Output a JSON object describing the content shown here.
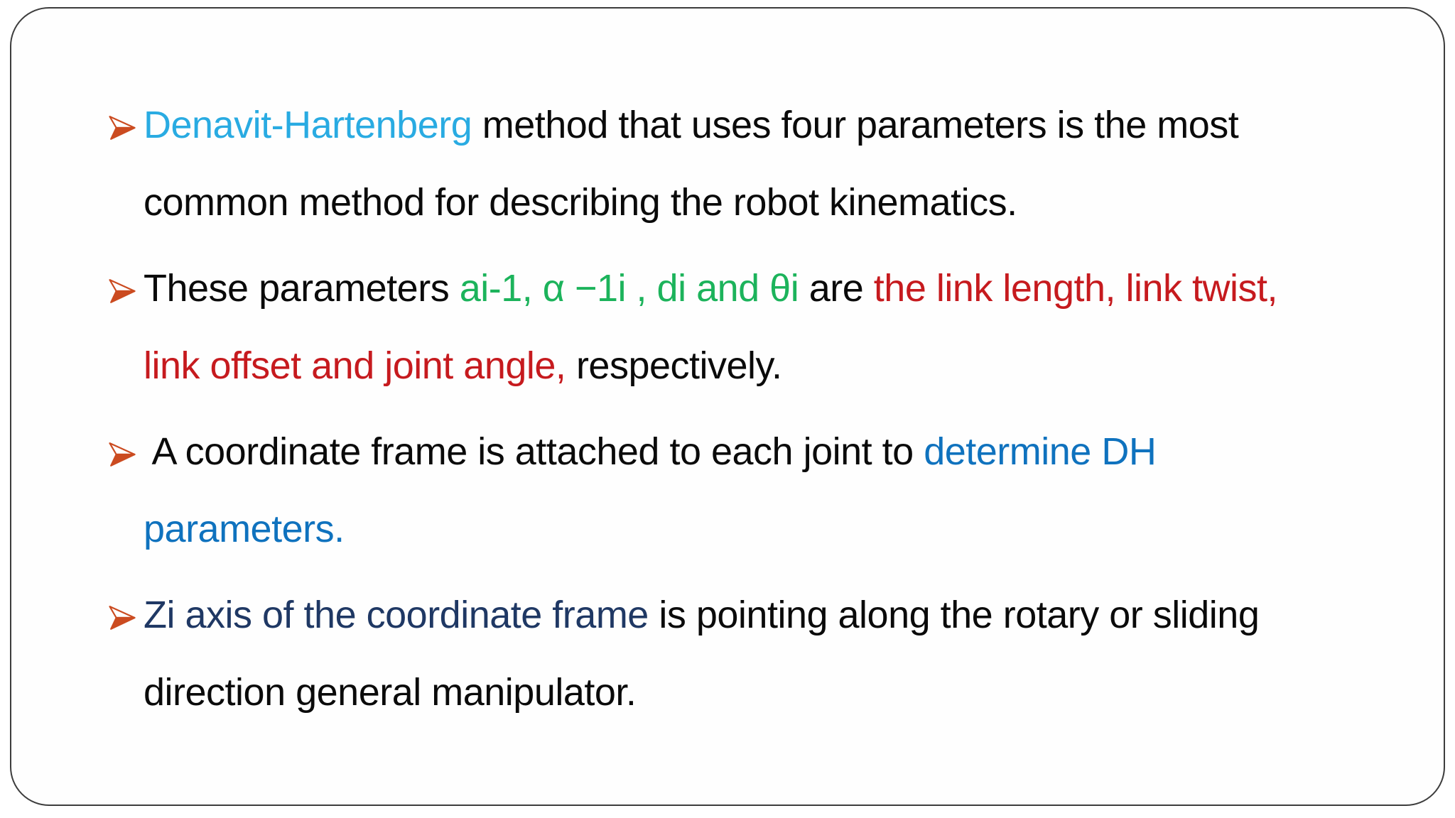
{
  "slide": {
    "background": "#ffffff",
    "border_color": "#3d3d3d",
    "bullet": {
      "icon": "arrowhead-right-bullet-icon",
      "glyph": "➢",
      "color": "#CB4B20"
    },
    "colors": {
      "black": "#0a0a0a",
      "cyan": "#29ABE2",
      "green": "#1CB35B",
      "red": "#C61A1E",
      "blue": "#0F72BE",
      "navy": "#1F3864"
    },
    "bullets": [
      {
        "lines": [
          [
            {
              "t": "Denavit-Hartenberg",
              "c": "cyan"
            },
            {
              "t": " method that uses four parameters is the most",
              "c": "black"
            }
          ],
          [
            {
              "t": "common method for describing the robot kinematics.",
              "c": "black"
            }
          ]
        ]
      },
      {
        "lines": [
          [
            {
              "t": "These parameters ",
              "c": "black"
            },
            {
              "t": "ai-1, α −1i , di and θi",
              "c": "green"
            },
            {
              "t": " are ",
              "c": "black"
            },
            {
              "t": "the link length, link twist,",
              "c": "red"
            }
          ],
          [
            {
              "t": "link offset and joint angle,",
              "c": "red"
            },
            {
              "t": " respectively.",
              "c": "black"
            }
          ]
        ]
      },
      {
        "lines": [
          [
            {
              "t": " A coordinate frame is attached to each joint to ",
              "c": "black"
            },
            {
              "t": "determine DH",
              "c": "blue"
            }
          ],
          [
            {
              "t": "parameters.",
              "c": "blue"
            }
          ]
        ]
      },
      {
        "lines": [
          [
            {
              "t": "Zi axis of the coordinate frame",
              "c": "navy"
            },
            {
              "t": " is pointing along the rotary or sliding",
              "c": "black"
            }
          ],
          [
            {
              "t": "direction general manipulator.",
              "c": "black"
            }
          ]
        ]
      }
    ]
  }
}
